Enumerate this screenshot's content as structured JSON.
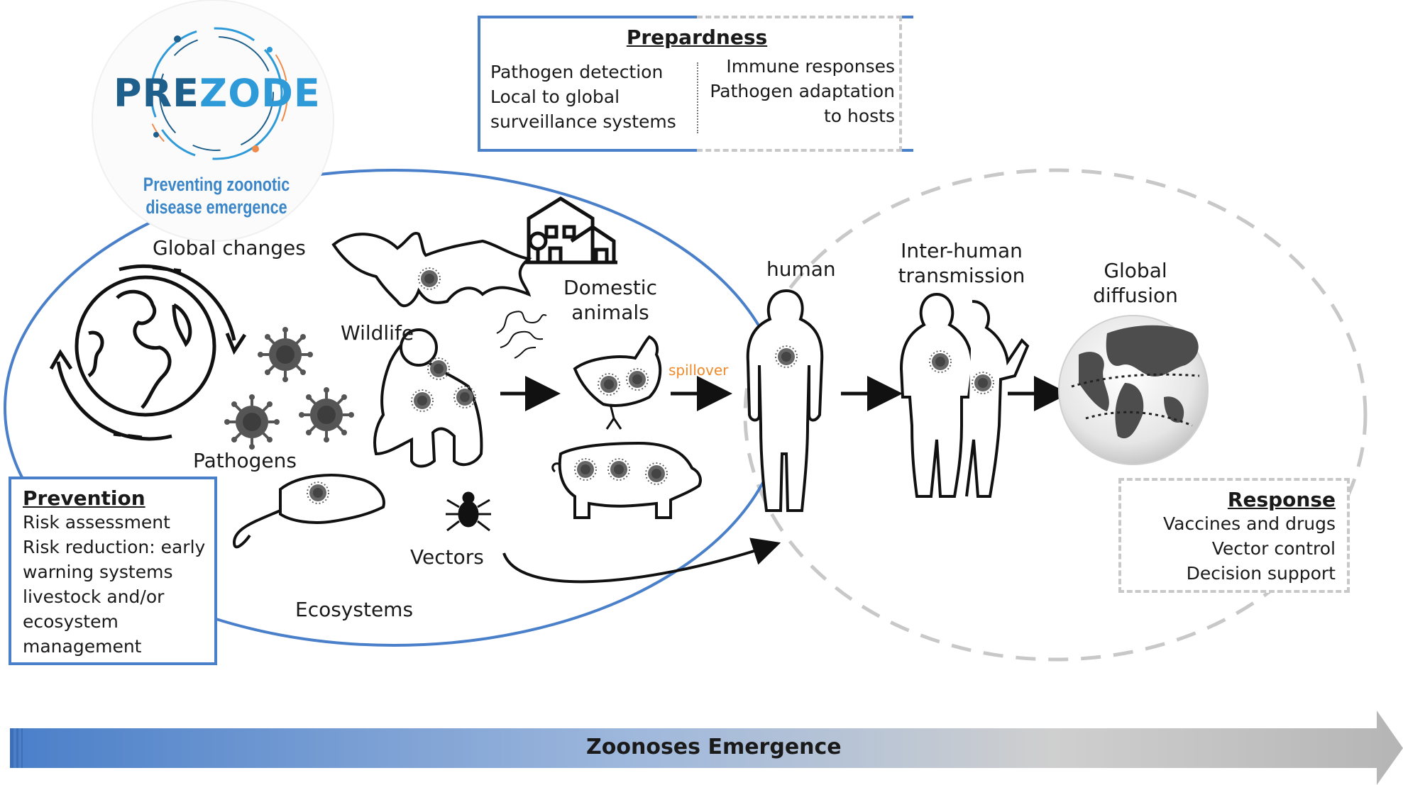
{
  "logo": {
    "word_dark": "PRE",
    "word_light": "ZODE",
    "tagline_line1": "Preventing zoonotic",
    "tagline_line2": "disease emergence",
    "color_dark": "#1f5f8b",
    "color_light": "#2e9ad8",
    "ring_accent": "#f08a4b"
  },
  "preparedness": {
    "title": "Prepardness",
    "left_lines": [
      "Pathogen detection",
      "Local to global",
      "surveillance systems"
    ],
    "right_lines": [
      "Immune responses",
      "Pathogen adaptation",
      "to hosts"
    ]
  },
  "prevention": {
    "title": "Prevention",
    "lines": [
      "Risk assessment",
      "Risk reduction: early",
      "warning systems",
      "livestock and/or",
      "ecosystem",
      "management"
    ]
  },
  "response": {
    "title": "Response",
    "lines": [
      "Vaccines and drugs",
      "Vector control",
      "Decision support"
    ]
  },
  "labels": {
    "global_changes": "Global changes",
    "wildlife": "Wildlife",
    "domestic_line1": "Domestic",
    "domestic_line2": "animals",
    "pathogens": "Pathogens",
    "vectors": "Vectors",
    "ecosystems": "Ecosystems",
    "spillover": "spillover",
    "human": "human",
    "inter_human_line1": "Inter-human",
    "inter_human_line2": "transmission",
    "global_diffusion_line1": "Global",
    "global_diffusion_line2": "diffusion"
  },
  "bottom_arrow": {
    "label": "Zoonoses Emergence"
  },
  "icons": [
    "earth-globe-icon",
    "cycle-arrows-icon",
    "virus-icon",
    "bat-icon",
    "gorilla-icon",
    "mouse-icon",
    "tick-icon",
    "worms-icon",
    "farm-house-icon",
    "chicken-icon",
    "pig-icon",
    "human-silhouette-icon",
    "couple-silhouette-icon",
    "world-map-globe-icon"
  ],
  "colors": {
    "blue": "#4a7fc9",
    "grey_dash": "#c8c8c8",
    "spillover": "#f08a2a",
    "virus": "#555555"
  }
}
